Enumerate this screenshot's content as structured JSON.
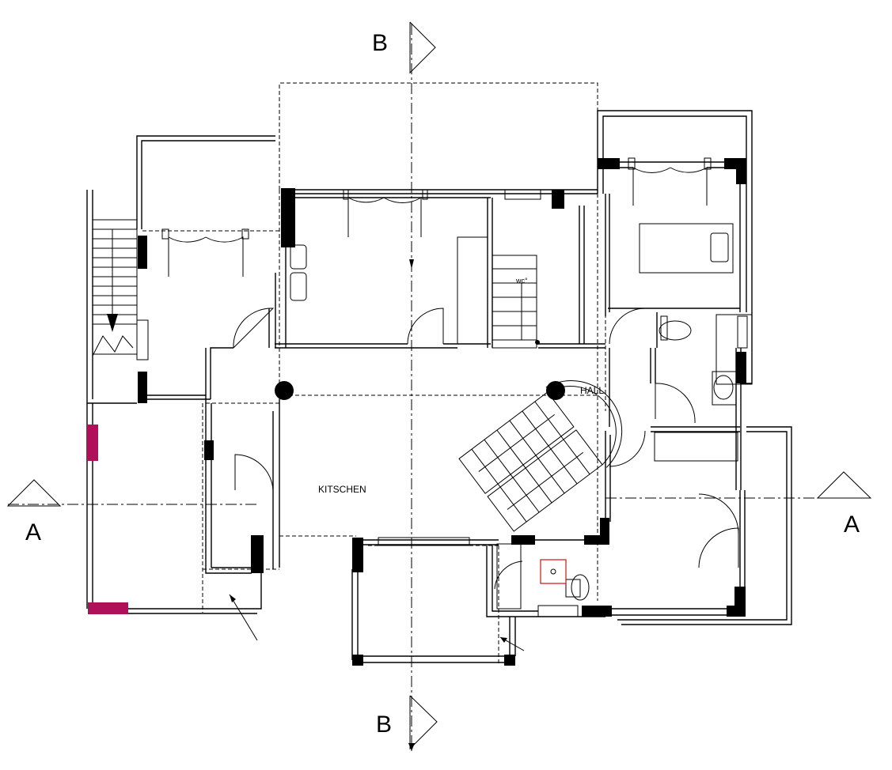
{
  "section_markers": {
    "top": "B",
    "bottom": "B",
    "left": "A",
    "right": "A"
  },
  "rooms": {
    "kitchen": "KITSCHEN",
    "hall": "HALL",
    "wc": "wc°"
  },
  "colors": {
    "line": "#000000",
    "accent_pink": "#b0105a",
    "fixture_red": "#d01010"
  }
}
